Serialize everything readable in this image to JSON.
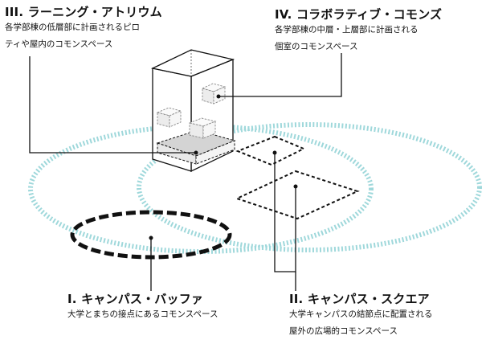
{
  "labels": {
    "learning_atrium": {
      "title": "III. ラーニング・アトリウム",
      "desc_line1": "各学部棟の低層部に計画されるピロ",
      "desc_line2": "ティや屋内のコモンスペース"
    },
    "collaborative_commons": {
      "title": "IV. コラボラティブ・コモンズ",
      "desc_line1": "各学部棟の中層・上層部に計画される",
      "desc_line2": "個室のコモンスペース"
    },
    "campus_buffer": {
      "title": "I. キャンパス・バッファ",
      "desc_line1": "大学とまちの接点にあるコモンスペース"
    },
    "campus_square": {
      "title": "II. キャンパス・スクエア",
      "desc_line1": "大学キャンパスの結節点に配置される",
      "desc_line2": "屋外の広場的コモンスペース"
    }
  },
  "colors": {
    "ring": "#9fd8db",
    "stroke": "#111111",
    "floor_fill": "#d4d4d4",
    "box_fill": "#f2f2f2",
    "box_stroke": "#888888"
  }
}
